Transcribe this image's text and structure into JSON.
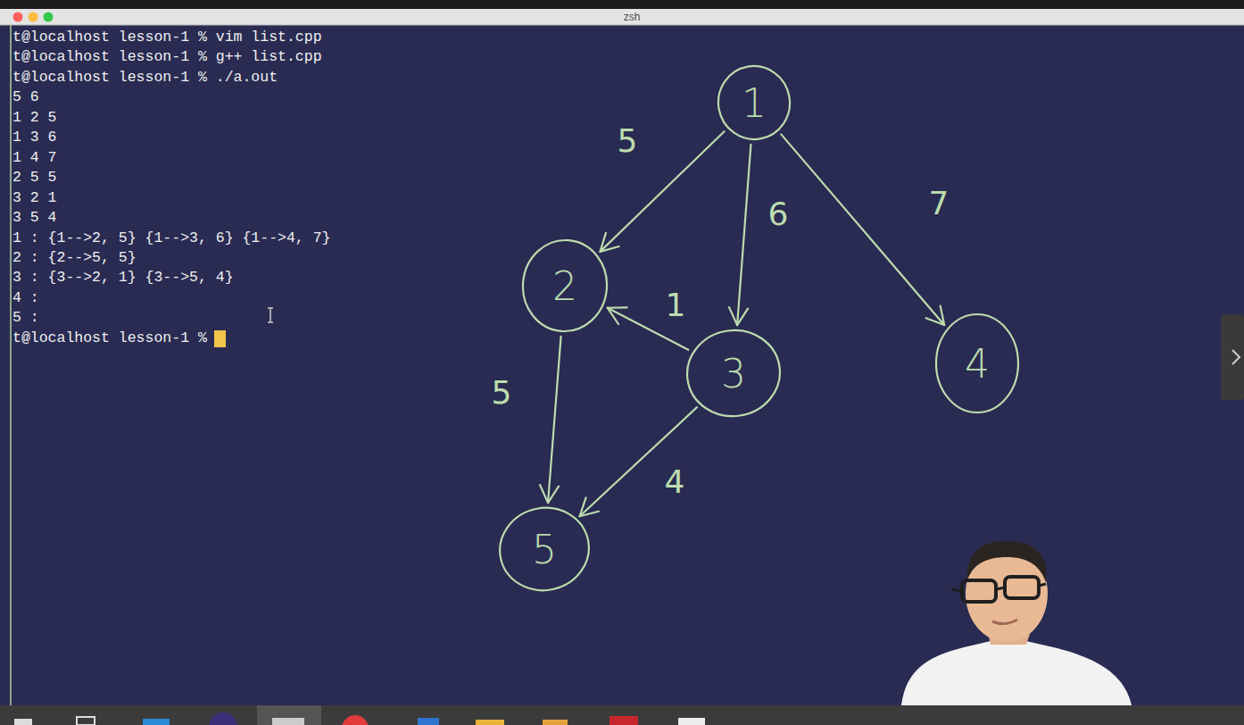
{
  "diagram": {
    "nodes": [
      {
        "text": [
          "1"
        ]
      },
      {
        "text": [
          "2"
        ]
      },
      {
        "text": [
          "3"
        ]
      },
      {
        "text": [
          "4"
        ]
      },
      {
        "text": [
          "5"
        ]
      }
    ],
    "edges": [
      {
        "from": 0,
        "to": 1,
        "arrow": "to",
        "label": "5"
      },
      {
        "from": 0,
        "to": 2,
        "arrow": "to",
        "label": "6"
      },
      {
        "from": 0,
        "to": 3,
        "arrow": "to",
        "label": "7"
      },
      {
        "from": 1,
        "to": 4,
        "arrow": "to",
        "label": "5"
      },
      {
        "from": 2,
        "to": 1,
        "arrow": "to",
        "label": "1"
      },
      {
        "from": 2,
        "to": 4,
        "arrow": "to",
        "label": "4"
      }
    ],
    "labels": [
      "zsh",
      "t@localhost lesson-1 % vim list.cpp",
      "t@localhost lesson-1 % g++ list.cpp",
      "t@localhost lesson-1 % ./a.out",
      "5 6",
      "1 2 5",
      "1 3 6",
      "1 4 7",
      "2 5 5",
      "3 2 1",
      "3 5 4",
      "1 : {1-->2, 5} {1-->3, 6} {1-->4, 7}",
      "2 : {2-->5, 5}",
      "3 : {3-->2, 1} {3-->5, 4}",
      "4 :",
      "5 :",
      "t@localhost lesson-1 %"
    ]
  }
}
